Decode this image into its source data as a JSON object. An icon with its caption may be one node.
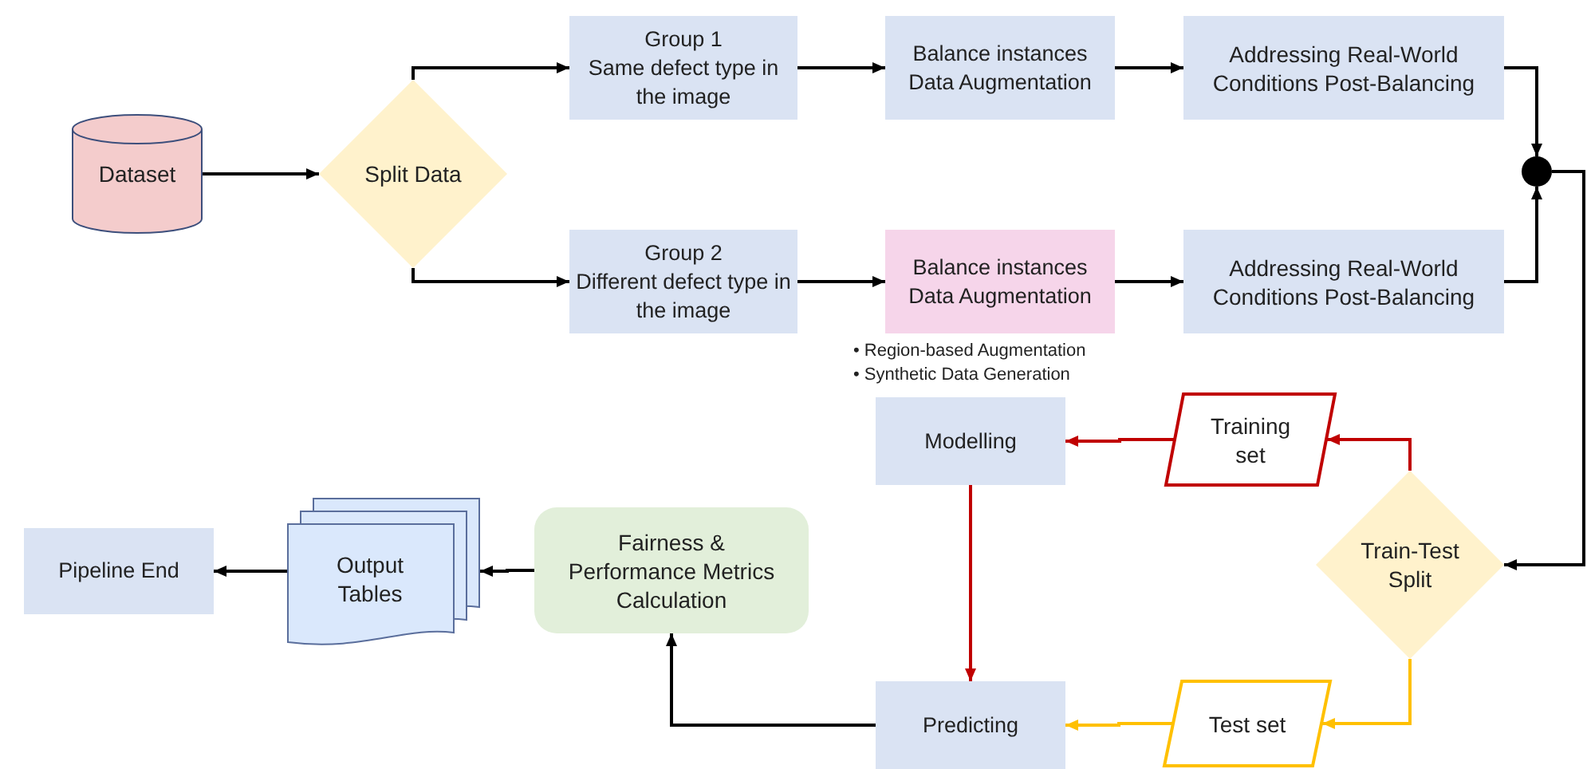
{
  "diagram": {
    "nodes": [
      {
        "text": [
          "Dataset"
        ]
      },
      {
        "text": [
          "Split Data"
        ]
      },
      {
        "text": [
          "Group 1",
          "Same defect type in the image"
        ]
      },
      {
        "text": [
          "Balance instances Data Augmentation"
        ]
      },
      {
        "text": [
          "Addressing Real-World Conditions Post-Balancing"
        ]
      },
      {
        "text": [
          "Group 2",
          "Different defect type in the image"
        ]
      },
      {
        "text": [
          "Balance instances Data Augmentation"
        ],
        "beside": [
          "• Region-based Augmentation",
          "• Synthetic Data Generation"
        ]
      },
      {
        "text": [
          "Addressing Real-World Conditions Post-Balancing"
        ]
      },
      {
        "text": [],
        "shape": "circle"
      },
      {
        "text": [
          "Modelling"
        ]
      },
      {
        "text": [
          "Training set"
        ]
      },
      {
        "text": [
          "Train-Test Split"
        ]
      },
      {
        "text": [
          "Test set"
        ]
      },
      {
        "text": [
          "Predicting"
        ]
      },
      {
        "text": [
          "Fairness & Performance Metrics Calculation"
        ]
      },
      {
        "text": [
          "Output Tables"
        ]
      },
      {
        "text": [
          "Pipeline End"
        ]
      }
    ],
    "edges": [
      {
        "from": 0,
        "to": 1,
        "arrow": "to"
      },
      {
        "from": 1,
        "to": 2,
        "arrow": "to"
      },
      {
        "from": 1,
        "to": 5,
        "arrow": "to"
      },
      {
        "from": 2,
        "to": 3,
        "arrow": "to"
      },
      {
        "from": 3,
        "to": 4,
        "arrow": "to"
      },
      {
        "from": 5,
        "to": 6,
        "arrow": "to"
      },
      {
        "from": 6,
        "to": 7,
        "arrow": "to"
      },
      {
        "from": 4,
        "to": 8,
        "arrow": "to"
      },
      {
        "from": 7,
        "to": 8,
        "arrow": "to"
      },
      {
        "from": 8,
        "to": 11,
        "arrow": "to"
      },
      {
        "from": 11,
        "to": 10,
        "arrow": "to",
        "color": "#c00000"
      },
      {
        "from": 10,
        "to": 9,
        "arrow": "to",
        "color": "#c00000"
      },
      {
        "from": 9,
        "to": 13,
        "arrow": "to",
        "color": "#c00000"
      },
      {
        "from": 11,
        "to": 12,
        "arrow": "to",
        "color": "#ffc000"
      },
      {
        "from": 12,
        "to": 13,
        "arrow": "to",
        "color": "#ffc000"
      },
      {
        "from": 13,
        "to": 14,
        "arrow": "to"
      },
      {
        "from": 14,
        "to": 15,
        "arrow": "to"
      },
      {
        "from": 15,
        "to": 16,
        "arrow": "to"
      }
    ]
  }
}
